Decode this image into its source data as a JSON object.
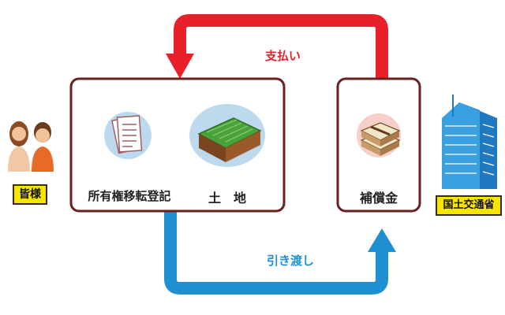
{
  "left_party": {
    "label": "皆様"
  },
  "right_party": {
    "label": "国土交通省"
  },
  "left_box": {
    "items": [
      {
        "label": "所有権移転登記",
        "icon": "document-icon"
      },
      {
        "label": "土　地",
        "icon": "land-icon"
      }
    ]
  },
  "right_box": {
    "items": [
      {
        "label": "補償金",
        "icon": "money-stack-icon"
      }
    ]
  },
  "flows": {
    "payment": {
      "label": "支払い",
      "color": "#e8202a"
    },
    "delivery": {
      "label": "引き渡し",
      "color": "#1e8fd0"
    }
  },
  "colors": {
    "box_border": "#6b1f1f",
    "label_fill": "#f5e500",
    "circle_fill": "#bcd9ee",
    "pink_circle": "#f6cfc8"
  }
}
